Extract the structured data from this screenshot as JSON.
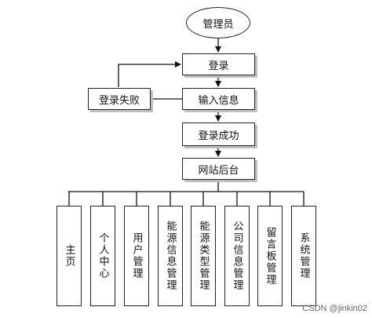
{
  "nodes": {
    "admin": "管理员",
    "login": "登录",
    "login_fail": "登录失败",
    "input_info": "输入信息",
    "login_success": "登录成功",
    "backend": "网站后台"
  },
  "modules": [
    "主页",
    "个人中心",
    "用户管理",
    "能源信息管理",
    "能源类型管理",
    "公司信息管理",
    "留言板管理",
    "系统管理"
  ],
  "watermark": "CSDN @jinkin02"
}
